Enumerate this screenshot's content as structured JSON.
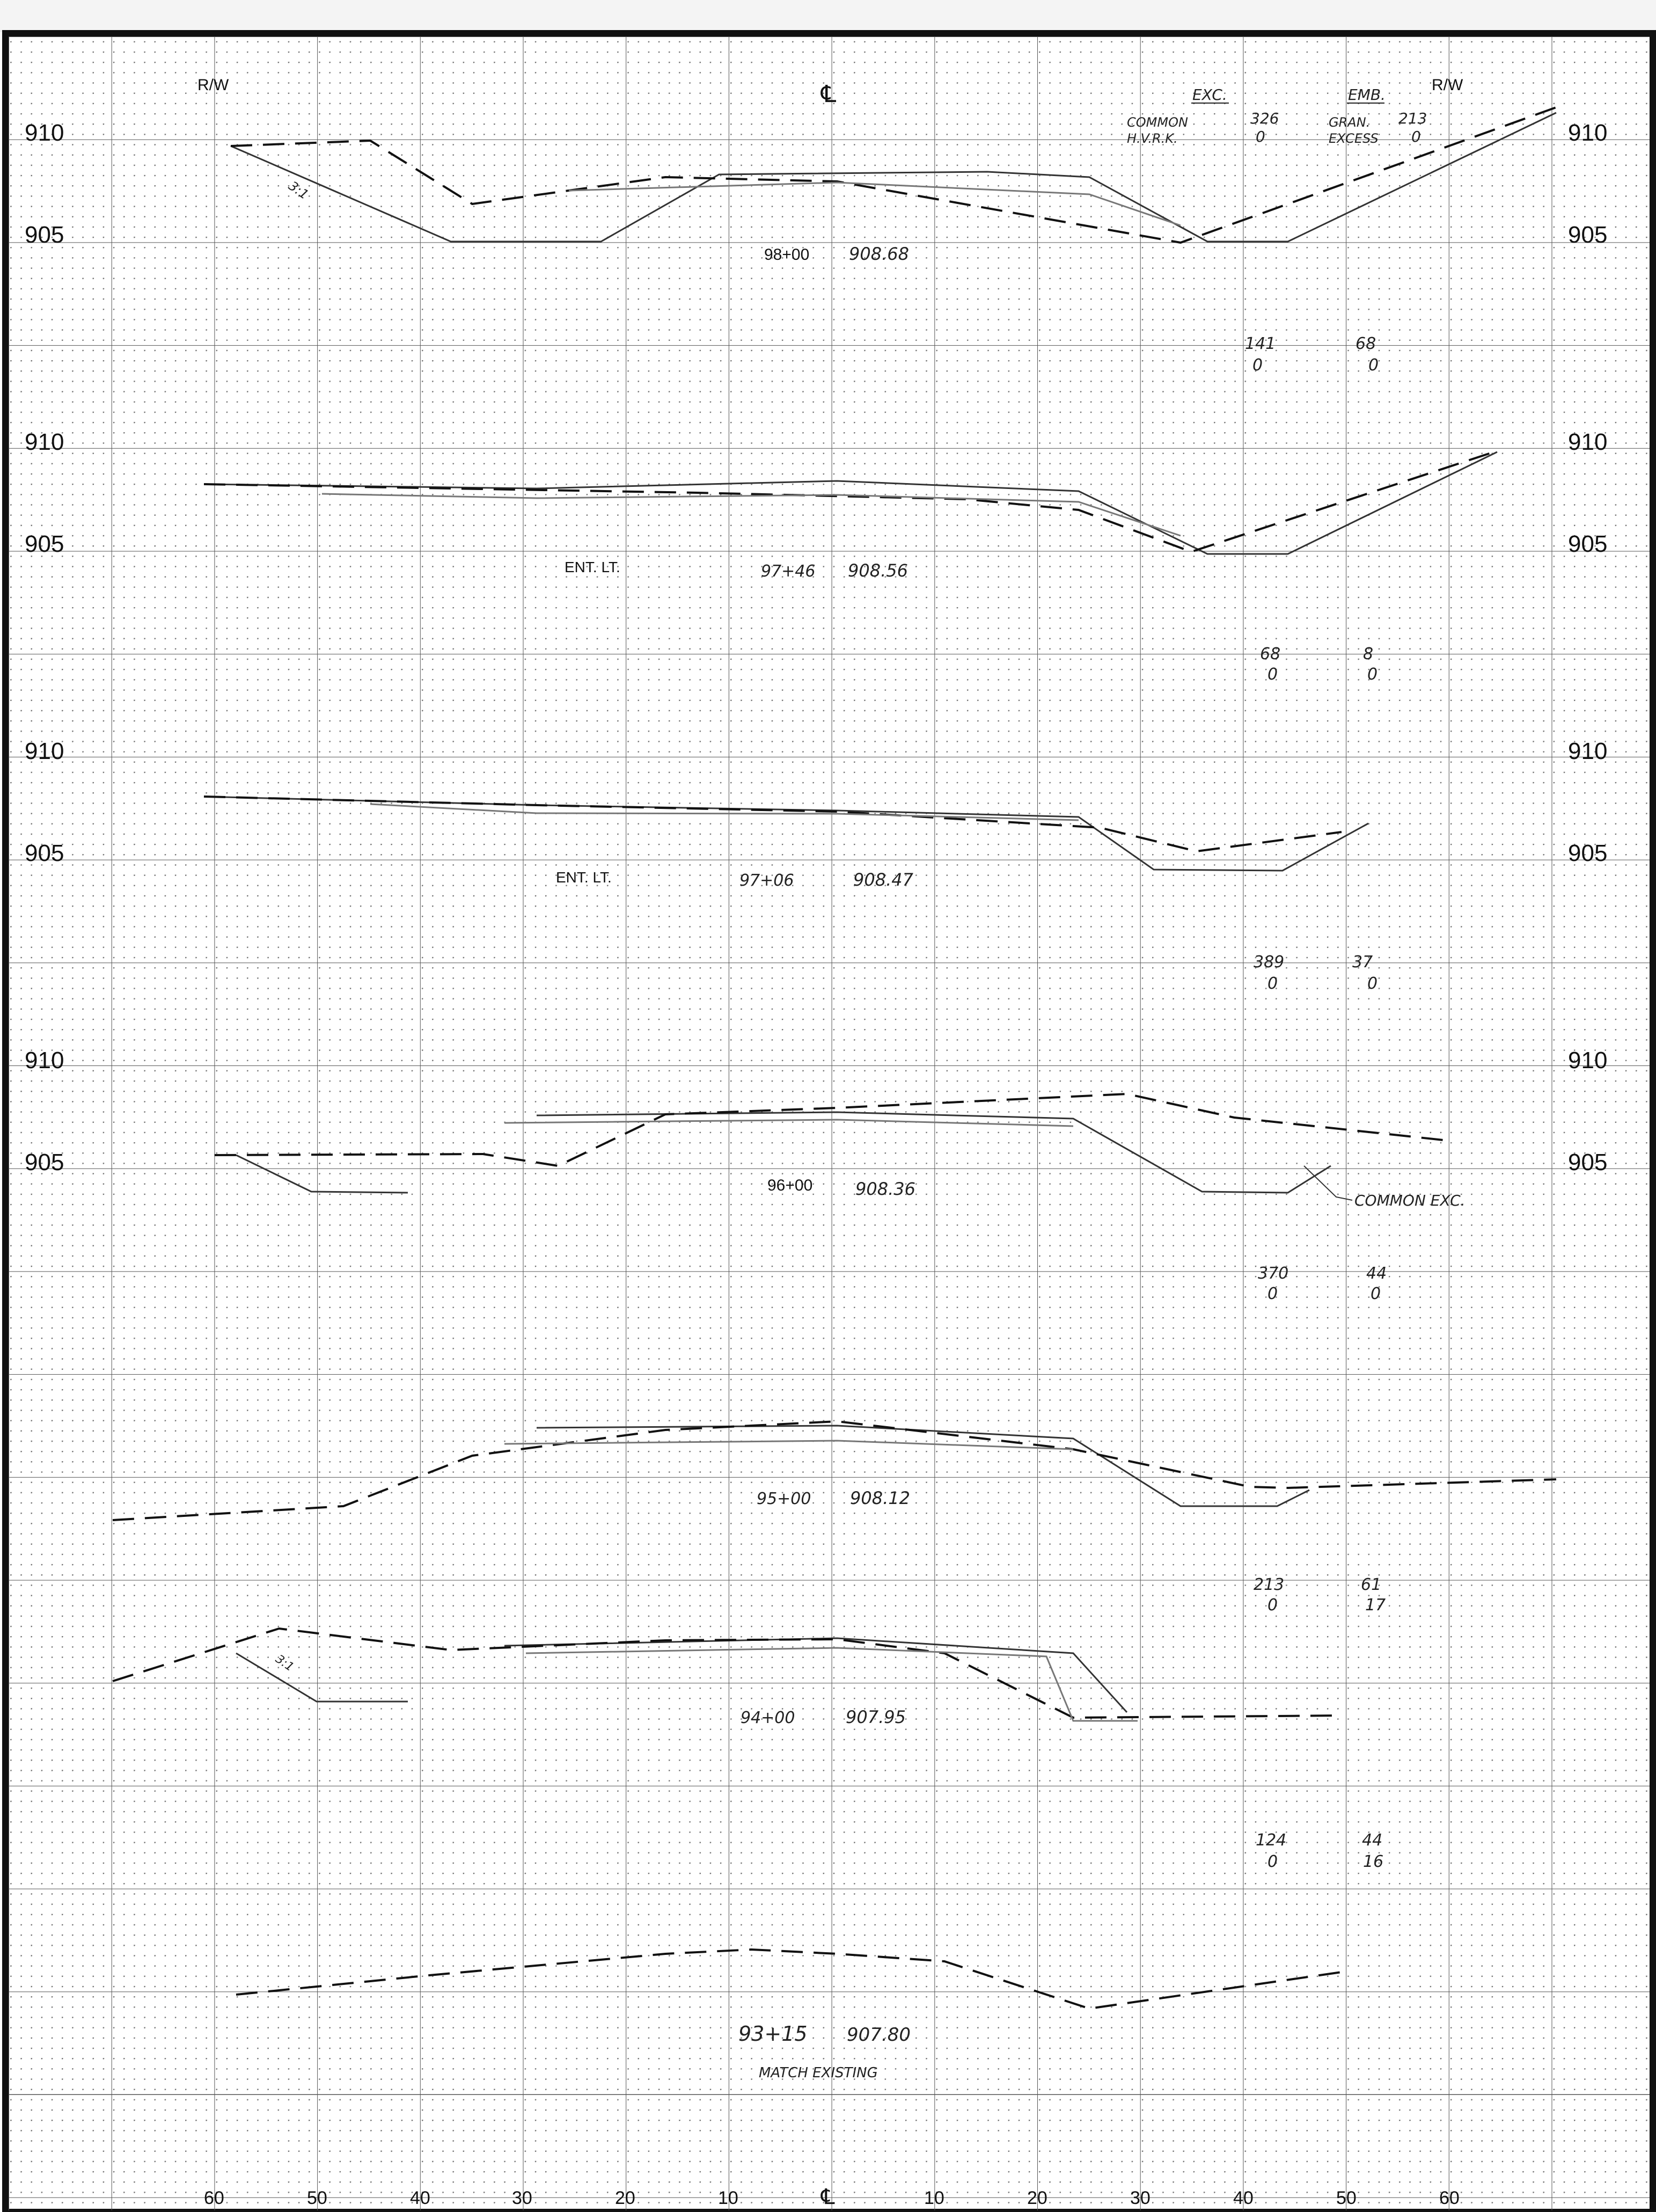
{
  "header": {
    "rw_left": "R/W",
    "centerline": "℄",
    "rw_right": "R/W"
  },
  "legend": {
    "exc_title": "EXC.",
    "emb_title": "EMB.",
    "common_label": "COMMON",
    "common_value": "326",
    "gran_label": "GRAN.",
    "gran_value": "213",
    "hvrsk_label": "H.V.R.K.",
    "hvrsk_value": "0",
    "excess_label": "EXCESS",
    "excess_value": "0"
  },
  "elevation_labels": [
    "910",
    "905"
  ],
  "bottom_axis": {
    "ticks": [
      "60",
      "50",
      "40",
      "30",
      "20",
      "10",
      "℄",
      "10",
      "20",
      "30",
      "40",
      "50",
      "60"
    ]
  },
  "sections": [
    {
      "station": "98+00",
      "elevation": "908.68",
      "left_elev_labels": true,
      "right_elev_labels": true,
      "slope": "3:1",
      "qty_top_exc": "",
      "qty_top_emb": "",
      "qty_bottom_exc": "",
      "qty_bottom_emb": "",
      "qty_exc": "141",
      "qty_emb": "68",
      "qty_exc2": "0",
      "qty_emb2": "0",
      "note": ""
    },
    {
      "station": "97+46",
      "elevation": "908.56",
      "entrance": "ENT. LT.",
      "qty_exc": "68",
      "qty_emb": "8",
      "qty_exc2": "0",
      "qty_emb2": "0",
      "note": ""
    },
    {
      "station": "97+06",
      "elevation": "908.47",
      "entrance": "ENT. LT.",
      "qty_exc": "389",
      "qty_emb": "37",
      "qty_exc2": "0",
      "qty_emb2": "0",
      "note": ""
    },
    {
      "station": "96+00",
      "elevation": "908.36",
      "note": "COMMON EXC.",
      "qty_exc": "370",
      "qty_emb": "44",
      "qty_exc2": "0",
      "qty_emb2": "0"
    },
    {
      "station": "95+00",
      "elevation": "908.12",
      "qty_exc": "213",
      "qty_emb": "61",
      "qty_exc2": "0",
      "qty_emb2": "17",
      "note": ""
    },
    {
      "station": "94+00",
      "elevation": "907.95",
      "slope": "3:1",
      "qty_exc": "124",
      "qty_emb": "44",
      "qty_exc2": "0",
      "qty_emb2": "16",
      "note": ""
    },
    {
      "station": "93+15",
      "elevation": "907.80",
      "note": "MATCH EXISTING"
    }
  ]
}
